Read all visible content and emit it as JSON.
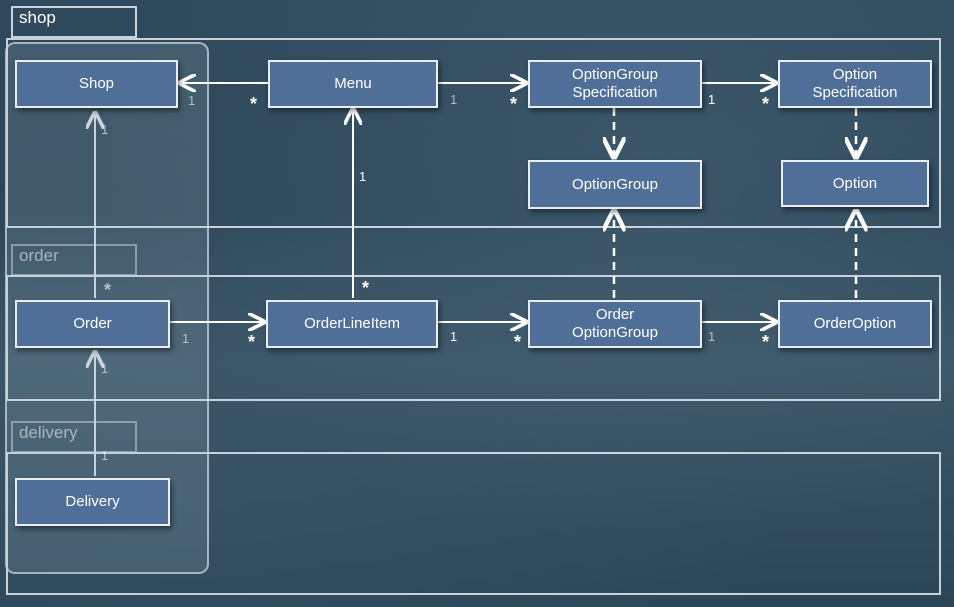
{
  "packages": {
    "shop": "shop",
    "order": "order",
    "delivery": "delivery"
  },
  "classes": {
    "shop": "Shop",
    "menu": "Menu",
    "option_group_spec": "OptionGroup\nSpecification",
    "option_spec": "Option\nSpecification",
    "option_group": "OptionGroup",
    "option": "Option",
    "order": "Order",
    "order_line_item": "OrderLineItem",
    "order_option_group": "Order\nOptionGroup",
    "order_option": "OrderOption",
    "delivery": "Delivery"
  },
  "multiplicities": {
    "menu_shop_one": "1",
    "menu_shop_many": "*",
    "menu_ogs_one": "1",
    "menu_ogs_many": "*",
    "ogs_os_one": "1",
    "ogs_os_many": "*",
    "oli_menu_one": "1",
    "oli_menu_many": "*",
    "order_shop_one": "1",
    "order_shop_many": "*",
    "order_oli_one": "1",
    "order_oli_many": "*",
    "oli_oog_one": "1",
    "oli_oog_many": "*",
    "oog_oo_one": "1",
    "oog_oo_many": "*",
    "delivery_order_one": "1",
    "delivery_order_one_b": "1"
  },
  "colors": {
    "class_fill": "#4f6f98",
    "class_border": "#e8eef4",
    "line": "#ffffff",
    "frame": "#c8d2da"
  }
}
